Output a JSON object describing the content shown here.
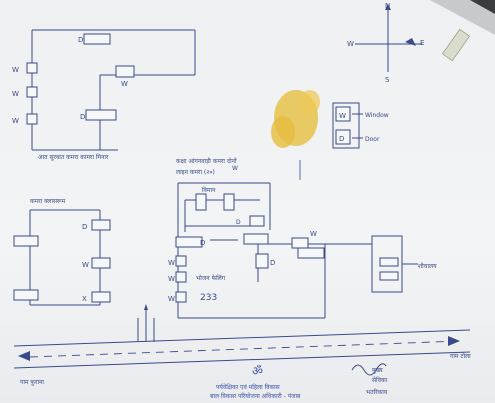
{
  "map": {
    "compass": {
      "north": "N",
      "east": "E",
      "west": "W",
      "south": "S"
    },
    "legend": {
      "window": {
        "symbol": "W",
        "label": "Window"
      },
      "door": {
        "symbol": "D",
        "label": "Door"
      }
    },
    "top_room": {
      "door_top": "D",
      "door_mid": "D",
      "window_left_1": "W",
      "window_left_2": "W",
      "window_left_3": "W",
      "window_right": "W",
      "caption": "आत सुरवात कमरा कामरा मिनार"
    },
    "left_room": {
      "caption": "कमरा क्लासरूम",
      "door_right": "D",
      "window_right": "W",
      "window_bottom": "X"
    },
    "center_block": {
      "caption_line1": "कक्षा आंगनवाड़ी कमरा दोनों",
      "caption_line2": "लाइन कमरा (२०)",
      "top_label": "विमान",
      "door_left": "D",
      "window_1": "W",
      "window_2": "W",
      "window_3": "W",
      "window_4": "W",
      "number": "233",
      "mid_label": "भोजन फेलिंग",
      "door_right_1": "D",
      "door_right_2": "D",
      "window_right": "W"
    },
    "right_block": {
      "label": "शौचालय"
    },
    "road": {
      "left_label": "गाम फुराना",
      "right_label": "गाम टोला"
    },
    "stamp": {
      "line1": "पर्यवेक्षिका एवं महिला विकास",
      "line2": "बाल विकास परियोजना अधिकारी - पंजाब"
    },
    "signature": {
      "line1": "मुख्य",
      "line2": "सेविका",
      "line3": "भतरिकाय"
    },
    "colors": {
      "ink": "#3a4a8a",
      "stain": "#e8c24a",
      "stamp": "#3c52a8"
    }
  }
}
